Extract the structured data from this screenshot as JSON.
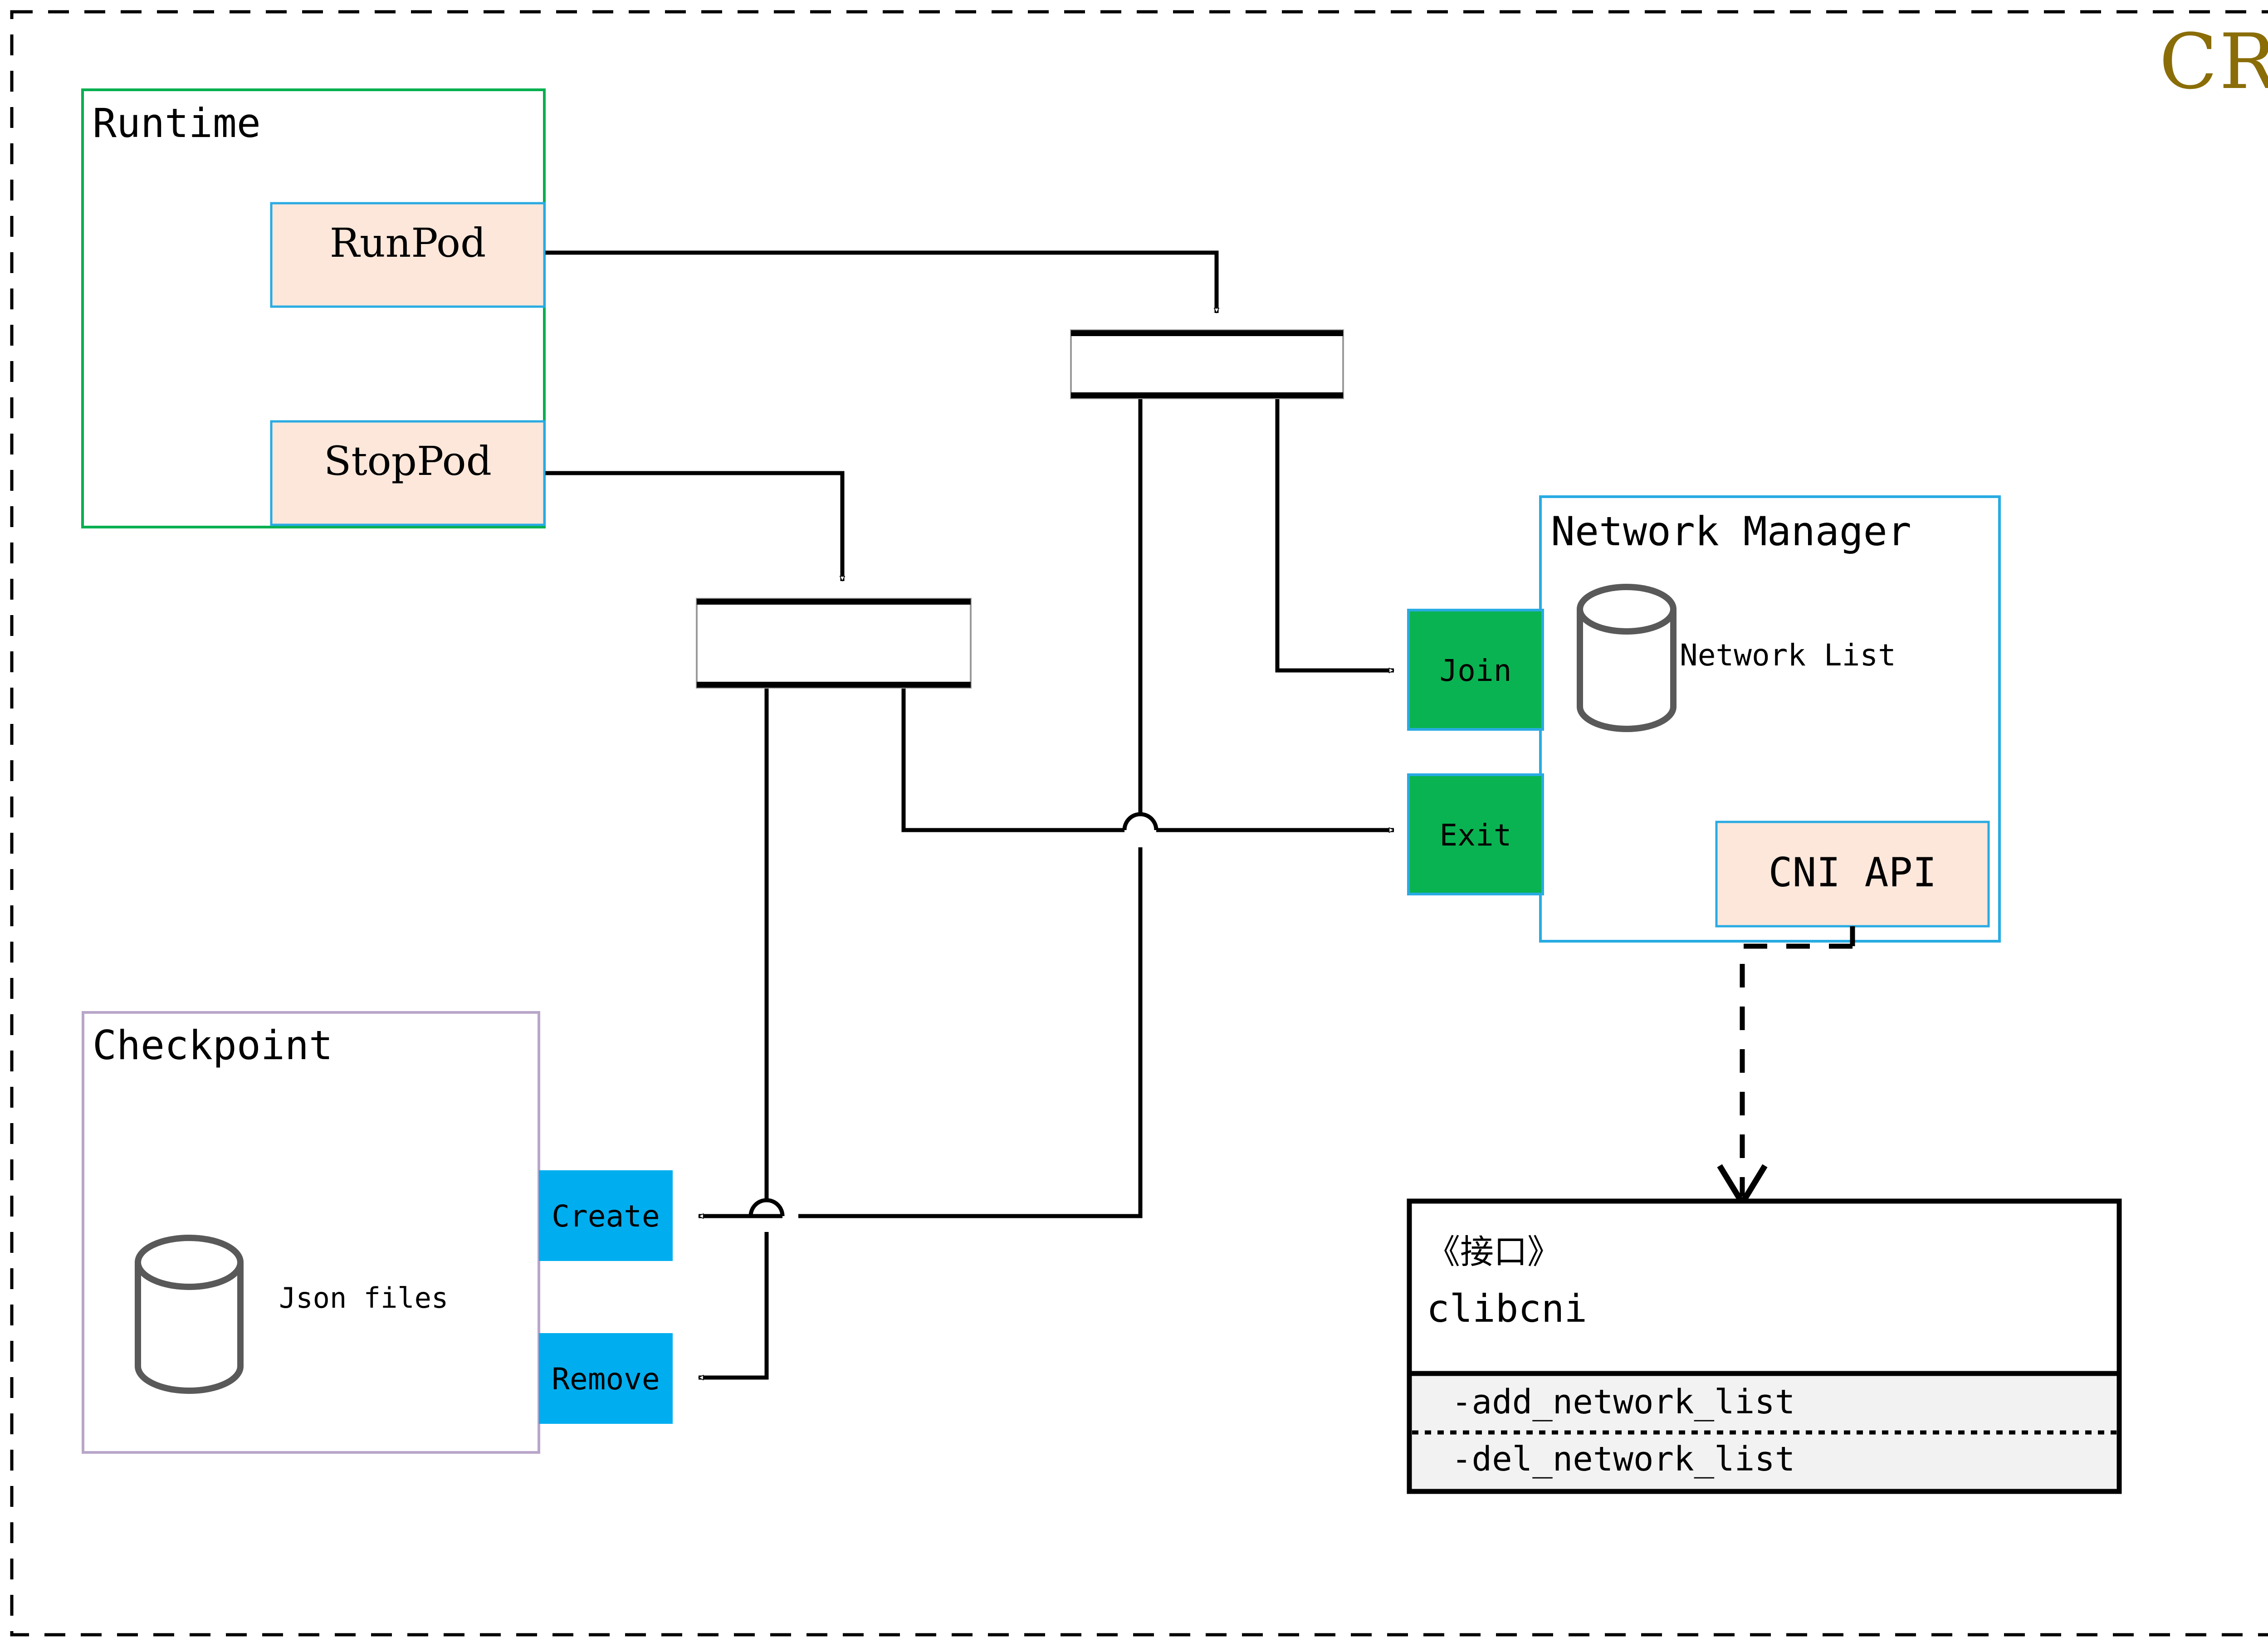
{
  "diagram": {
    "title": "CRI",
    "title_color": "#8a6d07",
    "outer_border_style": "dashed"
  },
  "colors": {
    "runtime_border": "#00b050",
    "checkpoint_border": "#b9a6c9",
    "network_manager_border": "#29abe2",
    "peach_fill": "#fce7da",
    "peach_border": "#29abe2",
    "green_fill": "#0ab351",
    "green_border": "#29abe2",
    "cyan_fill": "#00aeef",
    "interface_fill": "#f2f2f2",
    "line": "#000000",
    "cylinder": "#595959"
  },
  "groups": {
    "runtime": {
      "label": "Runtime",
      "nodes": [
        {
          "id": "runpod",
          "label": "RunPod"
        },
        {
          "id": "stoppod",
          "label": "StopPod"
        }
      ]
    },
    "checkpoint": {
      "label": "Checkpoint",
      "store_label": "Json files",
      "store_icon": "cylinder-database-icon",
      "actions": [
        {
          "id": "create",
          "label": "Create"
        },
        {
          "id": "remove",
          "label": "Remove"
        }
      ]
    },
    "network_manager": {
      "label": "Network Manager",
      "store_label": "Network List",
      "store_icon": "cylinder-database-icon",
      "ports": [
        {
          "id": "join",
          "label": "Join"
        },
        {
          "id": "exit",
          "label": "Exit"
        }
      ],
      "api": {
        "id": "cni-api",
        "label": "CNI API"
      }
    }
  },
  "interface_box": {
    "stereotype": "《接口》",
    "name": "clibcni",
    "methods": [
      "-add_network_list",
      "-del_network_list"
    ]
  },
  "forks": [
    {
      "id": "fork-runpod",
      "label": ""
    },
    {
      "id": "fork-stoppod",
      "label": ""
    }
  ],
  "edges": [
    {
      "from": "runpod",
      "to": "fork-runpod",
      "style": "solid",
      "arrow": "hollow-triangle"
    },
    {
      "from": "stoppod",
      "to": "fork-stoppod",
      "style": "solid",
      "arrow": "hollow-triangle"
    },
    {
      "from": "fork-runpod",
      "to": "join",
      "style": "solid",
      "arrow": "hollow-triangle"
    },
    {
      "from": "fork-runpod",
      "to": "create",
      "style": "solid",
      "arrow": "hollow-triangle"
    },
    {
      "from": "fork-stoppod",
      "to": "remove",
      "style": "solid",
      "arrow": "hollow-triangle"
    },
    {
      "from": "fork-stoppod",
      "to": "exit",
      "style": "solid",
      "arrow": "hollow-triangle"
    },
    {
      "from": "cni-api",
      "to": "clibcni",
      "style": "dashed",
      "arrow": "open-v"
    }
  ]
}
